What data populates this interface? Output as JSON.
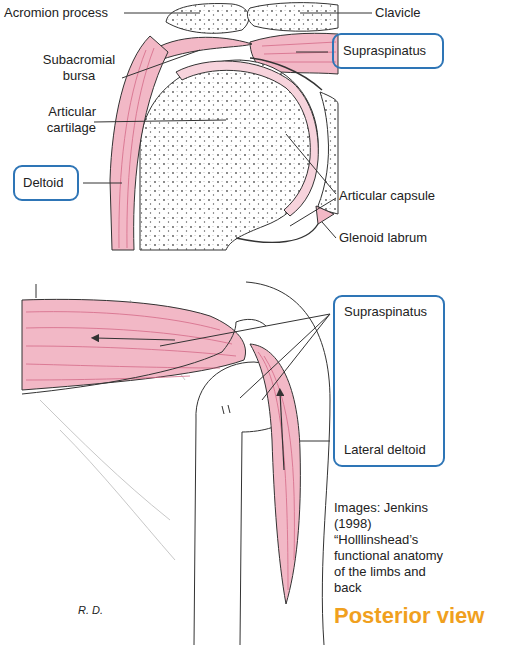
{
  "diagram": {
    "nodes": [
      {
        "text": [
          "Supraspinatus"
        ]
      },
      {
        "text": [
          "Deltoid"
        ]
      },
      {
        "text": [
          "Supraspinatus",
          "Lateral deltoid"
        ]
      }
    ],
    "labels": [
      "Acromion process",
      "Clavicle",
      "Subacromial bursa",
      "Articular cartilage",
      "Articular capsule",
      "Glenoid labrum",
      "R. D.",
      "Images: Jenkins (1998) “Holllinshead’s functional anatomy of the limbs and back",
      "Posterior view"
    ]
  }
}
